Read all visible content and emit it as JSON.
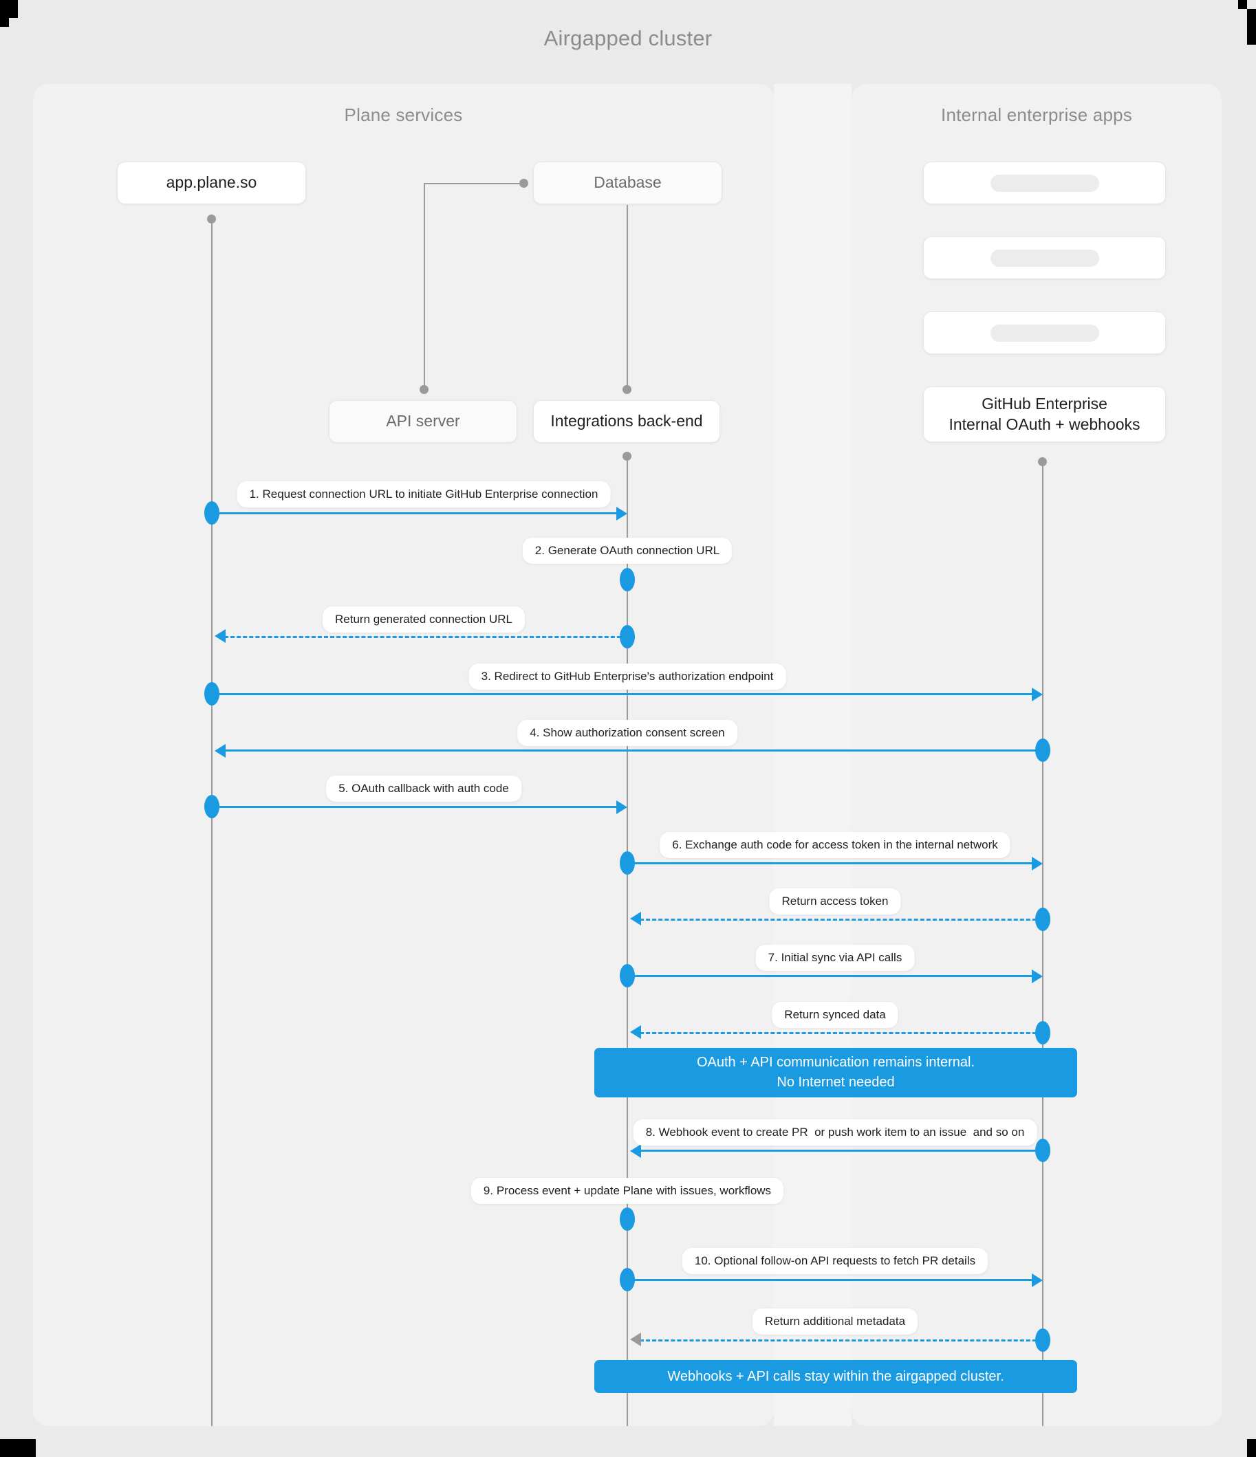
{
  "diagram": {
    "title": "Airgapped cluster",
    "accent_color": "#1a9ae0",
    "background_color": "#eaeaea",
    "panel_color": "#f1f1f1"
  },
  "panels": [
    {
      "id": "plane",
      "title": "Plane services"
    },
    {
      "id": "enterprise",
      "title": "Internal enterprise apps"
    }
  ],
  "nodes": {
    "app_plane": "app.plane.so",
    "database": "Database",
    "api_server": "API server",
    "integrations_backend": "Integrations back-end",
    "github_enterprise": "GitHub Enterprise\nInternal OAuth + webhooks",
    "placeholder_1": "",
    "placeholder_2": "",
    "placeholder_3": ""
  },
  "messages": [
    {
      "id": "m1",
      "label": "1. Request connection URL to initiate GitHub Enterprise connection",
      "from": "app.plane.so",
      "to": "Integrations back-end",
      "style": "solid",
      "direction": "right"
    },
    {
      "id": "m2",
      "label": "2. Generate OAuth connection URL",
      "from": "Integrations back-end",
      "to": "Integrations back-end",
      "style": "self",
      "direction": "self"
    },
    {
      "id": "m3",
      "label": "Return generated connection URL",
      "from": "Integrations back-end",
      "to": "app.plane.so",
      "style": "dashed",
      "direction": "left"
    },
    {
      "id": "m4",
      "label": "3. Redirect to GitHub Enterprise's authorization endpoint",
      "from": "app.plane.so",
      "to": "GitHub Enterprise",
      "style": "solid",
      "direction": "right"
    },
    {
      "id": "m5",
      "label": "4. Show authorization consent screen",
      "from": "GitHub Enterprise",
      "to": "app.plane.so",
      "style": "solid",
      "direction": "left"
    },
    {
      "id": "m6",
      "label": "5. OAuth callback with auth code",
      "from": "app.plane.so",
      "to": "Integrations back-end",
      "style": "solid",
      "direction": "right"
    },
    {
      "id": "m7",
      "label": "6. Exchange auth code for access token in the internal network",
      "from": "Integrations back-end",
      "to": "GitHub Enterprise",
      "style": "solid",
      "direction": "right"
    },
    {
      "id": "m8",
      "label": "Return access token",
      "from": "GitHub Enterprise",
      "to": "Integrations back-end",
      "style": "dashed",
      "direction": "left"
    },
    {
      "id": "m9",
      "label": "7. Initial sync via API calls",
      "from": "Integrations back-end",
      "to": "GitHub Enterprise",
      "style": "solid",
      "direction": "right"
    },
    {
      "id": "m10",
      "label": "Return synced data",
      "from": "GitHub Enterprise",
      "to": "Integrations back-end",
      "style": "dashed",
      "direction": "left"
    },
    {
      "id": "m11",
      "label": "8. Webhook event to create PR  or push work item to an issue  and so on",
      "from": "GitHub Enterprise",
      "to": "Integrations back-end",
      "style": "solid",
      "direction": "left"
    },
    {
      "id": "m12",
      "label": "9. Process event + update Plane with issues, workflows",
      "from": "Integrations back-end",
      "to": "Integrations back-end",
      "style": "self",
      "direction": "self"
    },
    {
      "id": "m13",
      "label": "10. Optional follow-on API requests to fetch PR details",
      "from": "Integrations back-end",
      "to": "GitHub Enterprise",
      "style": "solid",
      "direction": "right"
    },
    {
      "id": "m14",
      "label": "Return additional metadata",
      "from": "GitHub Enterprise",
      "to": "Integrations back-end",
      "style": "dashed",
      "direction": "left"
    }
  ],
  "notes": [
    {
      "id": "note1",
      "line1": "OAuth + API communication remains internal.",
      "line2": "No Internet needed"
    },
    {
      "id": "note2",
      "line1": "Webhooks + API calls stay within the airgapped cluster.",
      "line2": ""
    }
  ]
}
